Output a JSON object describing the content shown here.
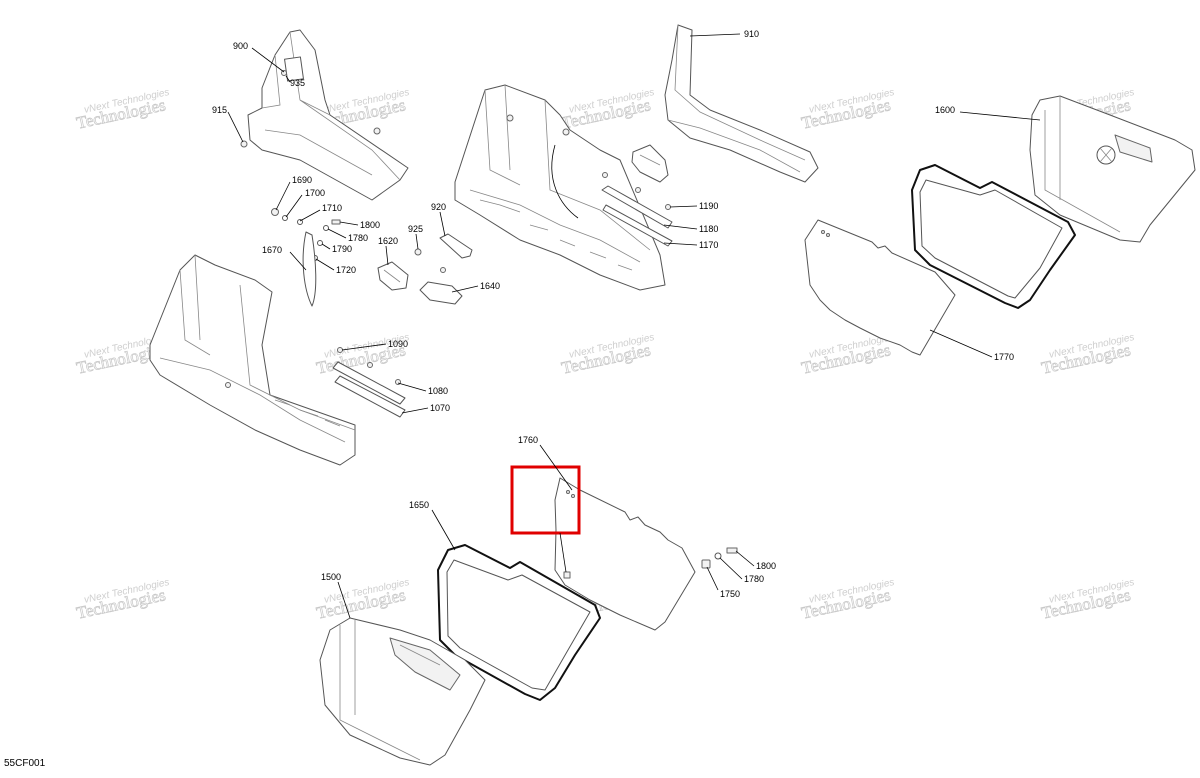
{
  "figure_code": "55CF001",
  "watermark": {
    "line1": "vNext Technologies",
    "line2": "vNext",
    "line3": "Technologies"
  },
  "highlight_color": "#e00000",
  "callouts": {
    "c900": "900",
    "c935": "935",
    "c915": "915",
    "c910": "910",
    "c1600": "1600",
    "c1690": "1690",
    "c1700": "1700",
    "c1710": "1710",
    "c1800a": "1800",
    "c1780a": "1780",
    "c1790": "1790",
    "c1720": "1720",
    "c1670": "1670",
    "c1620": "1620",
    "c925": "925",
    "c920": "920",
    "c1640": "1640",
    "c1190": "1190",
    "c1180": "1180",
    "c1170": "1170",
    "c1090": "1090",
    "c1080": "1080",
    "c1070": "1070",
    "c1770": "1770",
    "c1760": "1760",
    "c1650": "1650",
    "c1500": "1500",
    "c1800b": "1800",
    "c1780b": "1780",
    "c1750": "1750"
  }
}
